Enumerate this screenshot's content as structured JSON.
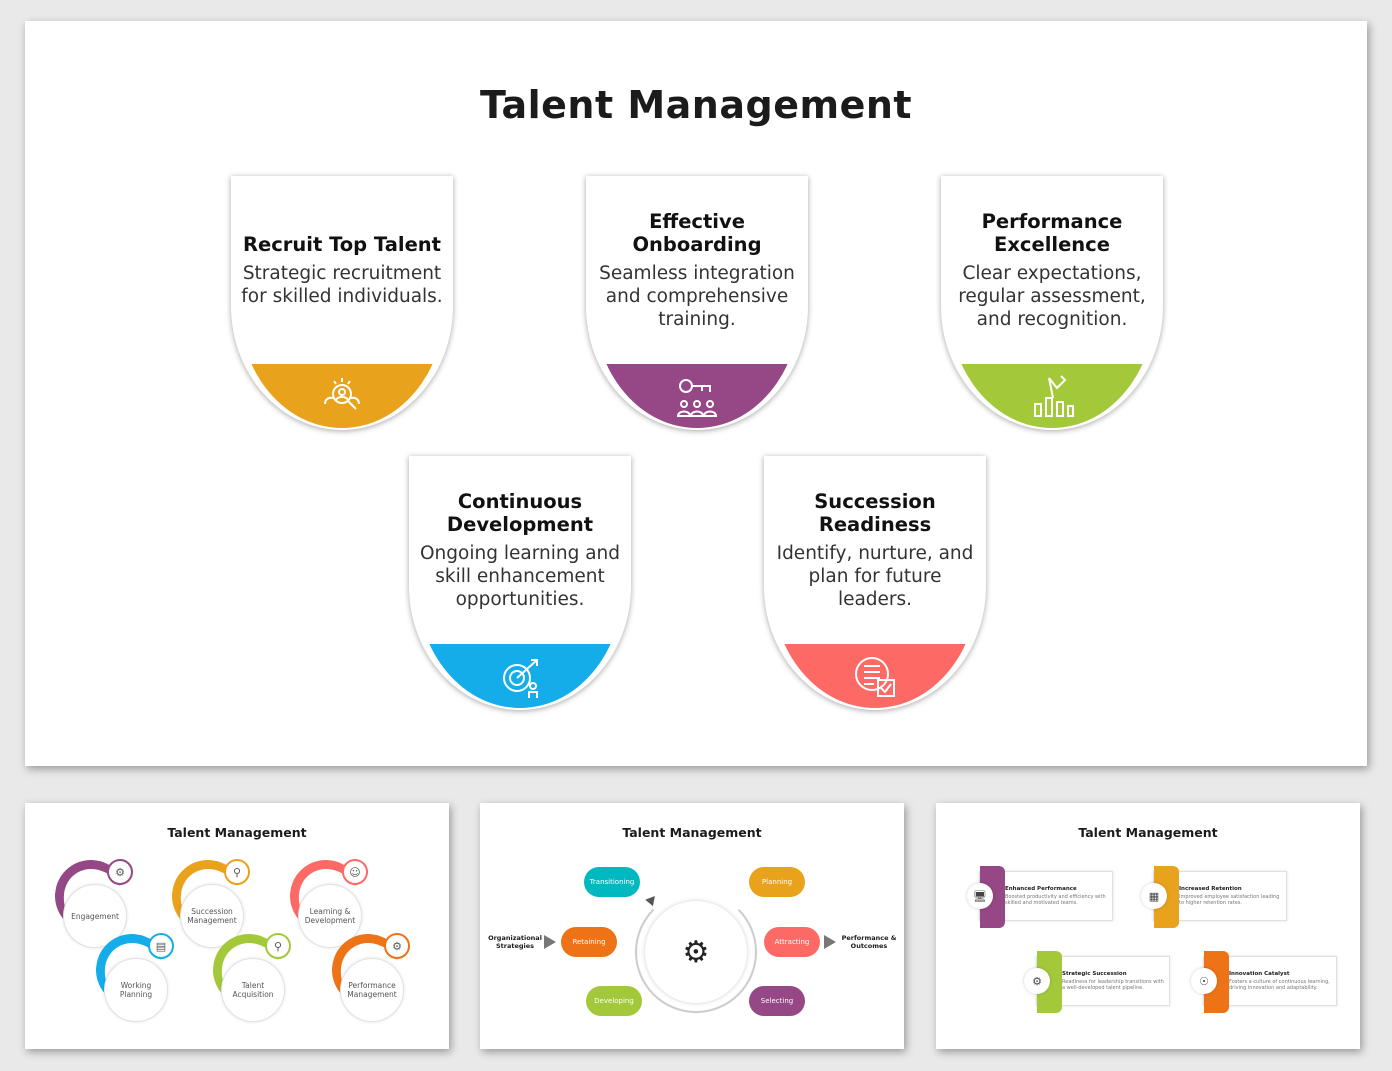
{
  "main": {
    "title": "Talent Management",
    "cards": [
      {
        "title": "Recruit Top Talent",
        "text": "Strategic recruitment for skilled individuals.",
        "color": "#E9A21C",
        "icon": "recruit-search-icon"
      },
      {
        "title": "Effective Onboarding",
        "text": "Seamless integration and comprehensive training.",
        "color": "#964785",
        "icon": "onboarding-team-icon"
      },
      {
        "title": "Performance Excellence",
        "text": "Clear expectations, regular assessment, and recognition.",
        "color": "#A3C93A",
        "icon": "performance-chart-icon"
      },
      {
        "title": "Continuous Development",
        "text": "Ongoing learning and skill enhancement opportunities.",
        "color": "#14ADEA",
        "icon": "development-target-icon"
      },
      {
        "title": "Succession Readiness",
        "text": "Identify, nurture, and plan for future leaders.",
        "color": "#FD6A66",
        "icon": "succession-checklist-icon"
      }
    ]
  },
  "thumb1": {
    "title": "Talent Management",
    "items": [
      {
        "label": "Engagement",
        "color": "#964785"
      },
      {
        "label": "Succession Management",
        "color": "#E9A21C"
      },
      {
        "label": "Learning & Development",
        "color": "#FD6A66"
      },
      {
        "label": "Working Planning",
        "color": "#14ADEA"
      },
      {
        "label": "Talent Acquisition",
        "color": "#A3C93A"
      },
      {
        "label": "Performance Management",
        "color": "#EE7316"
      }
    ]
  },
  "thumb2": {
    "title": "Talent Management",
    "left_label": "Organizational Strategies",
    "right_label": "Performance & Outcomes",
    "pills": [
      {
        "label": "Transitioning",
        "color": "#00B9C0"
      },
      {
        "label": "Planning",
        "color": "#E9A21C"
      },
      {
        "label": "Retaining",
        "color": "#EE7316"
      },
      {
        "label": "Attracting",
        "color": "#FD6A66"
      },
      {
        "label": "Developing",
        "color": "#A3C93A"
      },
      {
        "label": "Selecting",
        "color": "#964785"
      }
    ]
  },
  "thumb3": {
    "title": "Talent Management",
    "cards": [
      {
        "title": "Enhanced Performance",
        "text": "Boosted productivity and efficiency with skilled and motivated teams.",
        "color": "#964785"
      },
      {
        "title": "Increased Retention",
        "text": "Improved employee satisfaction leading to higher retention rates.",
        "color": "#E9A21C"
      },
      {
        "title": "Strategic Succession",
        "text": "Readiness for leadership transitions with a well-developed talent pipeline.",
        "color": "#A3C93A"
      },
      {
        "title": "Innovation Catalyst",
        "text": "Fosters a culture of continuous learning, driving innovation and adaptability.",
        "color": "#EE7316"
      }
    ]
  }
}
